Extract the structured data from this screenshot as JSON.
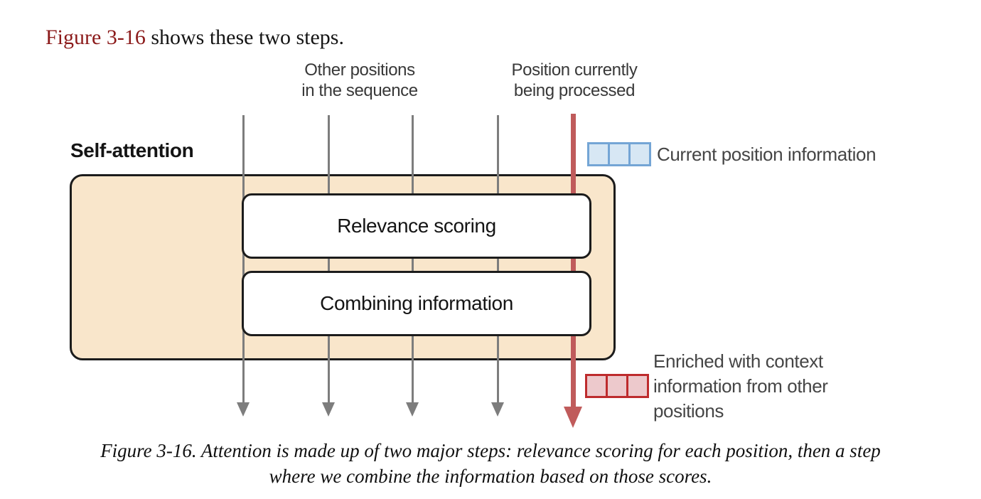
{
  "intro": {
    "figure_link": "Figure 3-16",
    "text_after": " shows these two steps."
  },
  "diagram": {
    "label_other_positions": "Other positions\nin the sequence",
    "label_current_position": "Position currently\nbeing processed",
    "container_label": "Self-attention",
    "step1_label": "Relevance scoring",
    "step2_label": "Combining information",
    "legend_current": "Current position information",
    "legend_enriched": "Enriched with context\ninformation from other\npositions",
    "gray_arrow_count": 4,
    "colors": {
      "container_fill": "#F9E6CB",
      "gray_arrow": "#7D7D7D",
      "red_arrow": "#C05B5B",
      "blue_cell_fill": "#D7E7F4",
      "blue_cell_border": "#74A5D5",
      "red_cell_fill": "#EDC9CC",
      "red_cell_border": "#BE2B2D",
      "figure_link_color": "#8B1A1A"
    }
  },
  "caption": {
    "line1": "Figure 3-16. Attention is made up of two major steps: relevance scoring for each position, then a step",
    "line2": "where we combine the information based on those scores."
  }
}
